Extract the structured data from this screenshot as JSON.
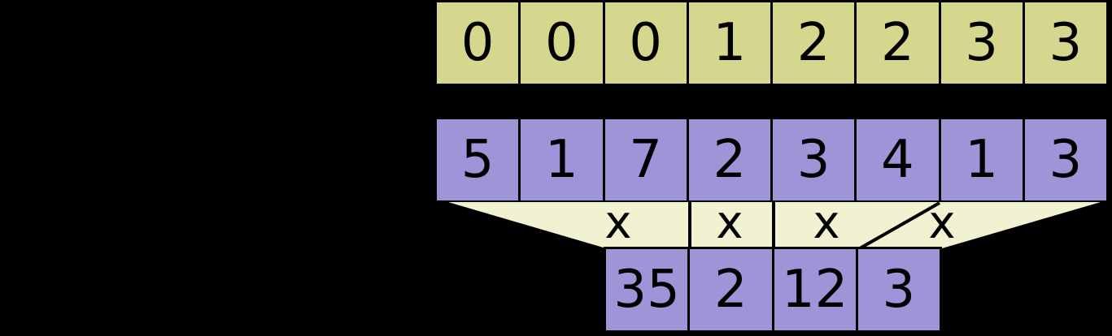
{
  "diagram": {
    "keys_row": {
      "cells": [
        "0",
        "0",
        "0",
        "1",
        "2",
        "2",
        "3",
        "3"
      ]
    },
    "values_row": {
      "cells": [
        "5",
        "1",
        "7",
        "2",
        "3",
        "4",
        "1",
        "3"
      ]
    },
    "reduction": {
      "operators": [
        "x",
        "x",
        "x",
        "x"
      ]
    },
    "results_row": {
      "cells": [
        "35",
        "2",
        "12",
        "3"
      ]
    }
  },
  "colors": {
    "background": "#000000",
    "keys_cell": "#d6d78e",
    "values_cell": "#9e95d9",
    "results_cell": "#9e95d9",
    "funnel_fill": "#f1f2d2",
    "divider_line": "#000000",
    "text": "#000000"
  }
}
